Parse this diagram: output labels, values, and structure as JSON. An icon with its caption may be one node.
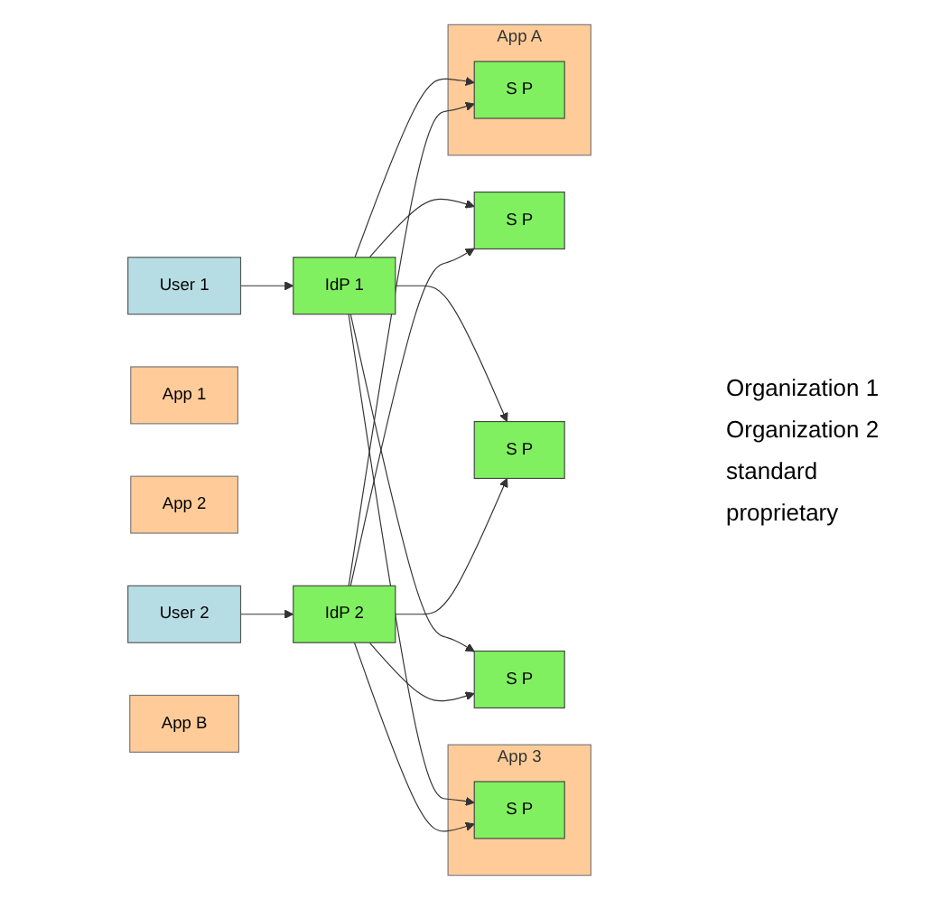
{
  "diagram": {
    "nodes": [
      {
        "text": [
          "User 1"
        ]
      },
      {
        "text": [
          "IdP 1"
        ]
      },
      {
        "text": [
          "S P"
        ]
      },
      {
        "text": [
          "App 1"
        ]
      },
      {
        "text": [
          "S P"
        ]
      },
      {
        "text": [
          "App 2"
        ]
      },
      {
        "text": [
          "App 3"
        ]
      },
      {
        "text": [
          "S P"
        ],
        "in": 6
      },
      {
        "text": [
          "User 2"
        ]
      },
      {
        "text": [
          "IdP 2"
        ]
      },
      {
        "text": [
          "App A"
        ]
      },
      {
        "text": [
          "S P"
        ],
        "in": 10
      },
      {
        "text": [
          "S P"
        ]
      },
      {
        "text": [
          "App B"
        ]
      }
    ],
    "edges": [
      {
        "from": 0,
        "to": 1,
        "arrow": "to"
      },
      {
        "from": 1,
        "to": 2,
        "arrow": "to"
      },
      {
        "from": 1,
        "to": 4,
        "arrow": "to"
      },
      {
        "from": 1,
        "to": 7,
        "arrow": "to"
      },
      {
        "from": 1,
        "to": 11,
        "arrow": "to"
      },
      {
        "from": 1,
        "to": 12,
        "arrow": "to"
      },
      {
        "from": 8,
        "to": 9,
        "arrow": "to"
      },
      {
        "from": 9,
        "to": 2,
        "arrow": "to"
      },
      {
        "from": 9,
        "to": 4,
        "arrow": "to"
      },
      {
        "from": 9,
        "to": 7,
        "arrow": "to"
      },
      {
        "from": 9,
        "to": 11,
        "arrow": "to"
      },
      {
        "from": 9,
        "to": 12,
        "arrow": "to"
      }
    ],
    "labels": [
      "Organization 1",
      "Organization 2",
      "standard",
      "proprietary"
    ]
  }
}
